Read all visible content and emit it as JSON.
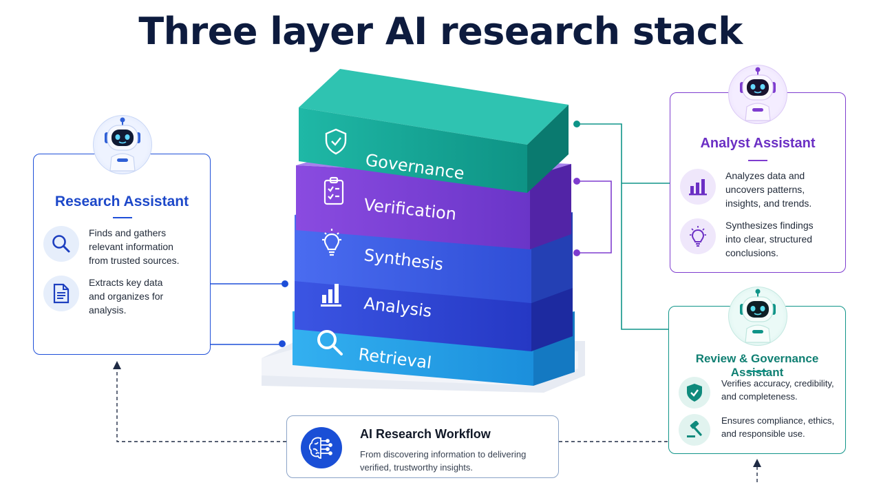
{
  "title": "Three layer AI research stack",
  "stack": {
    "layers": [
      {
        "label": "Governance",
        "icon": "shield-check-icon",
        "color": "#14a89a"
      },
      {
        "label": "Verification",
        "icon": "clipboard-checklist-icon",
        "color": "#7b3fd6"
      },
      {
        "label": "Synthesis",
        "icon": "lightbulb-icon",
        "color": "#3b5ee8"
      },
      {
        "label": "Analysis",
        "icon": "bar-chart-icon",
        "color": "#2f48d8"
      },
      {
        "label": "Retrieval",
        "icon": "magnifier-icon",
        "color": "#1f9ae6"
      }
    ]
  },
  "research_assistant": {
    "title": "Research Assistant",
    "avatar_icon": "robot-icon",
    "features": [
      {
        "icon": "search-icon",
        "text": "Finds and gathers\nrelevant information\nfrom trusted sources."
      },
      {
        "icon": "document-icon",
        "text": "Extracts key data\nand organizes for\nanalysis."
      }
    ]
  },
  "analyst_assistant": {
    "title": "Analyst Assistant",
    "avatar_icon": "robot-icon",
    "features": [
      {
        "icon": "bar-chart-icon",
        "text": "Analyzes data and\nuncovers patterns,\ninsights, and trends."
      },
      {
        "icon": "lightbulb-icon",
        "text": "Synthesizes findings\ninto clear, structured\nconclusions."
      }
    ]
  },
  "review_assistant": {
    "title": "Review & Governance Assistant",
    "avatar_icon": "robot-icon",
    "features": [
      {
        "icon": "shield-check-icon",
        "text": "Verifies accuracy, credibility,\nand completeness."
      },
      {
        "icon": "gavel-icon",
        "text": "Ensures compliance, ethics,\nand responsible use."
      }
    ]
  },
  "workflow": {
    "icon": "brain-circuit-icon",
    "title": "AI Research Workflow",
    "description": "From discovering information to delivering verified, trustworthy insights."
  },
  "colors": {
    "research": "#1d4ed8",
    "analyst": "#7e3ccf",
    "review": "#0f9488",
    "title": "#0d1b3e"
  }
}
